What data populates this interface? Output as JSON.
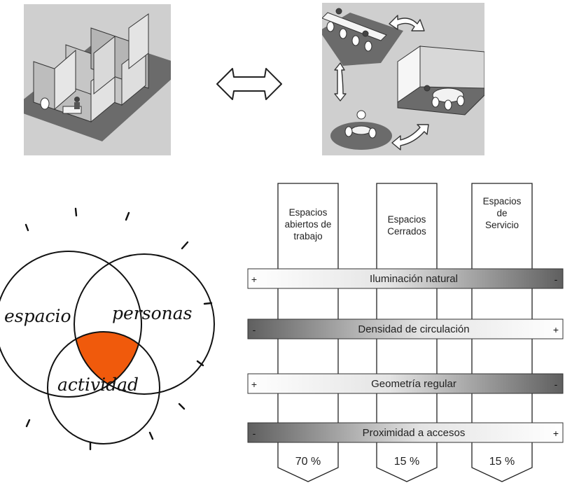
{
  "venn": {
    "espacio": "espacio",
    "personas": "personas",
    "actividad": "actividad",
    "intersection_color": "#f05a0c"
  },
  "columns": [
    {
      "label_lines": [
        "Espacios",
        "abiertos de",
        "trabajo"
      ],
      "percent": "70 %"
    },
    {
      "label_lines": [
        "Espacios",
        "Cerrados"
      ],
      "percent": "15 %"
    },
    {
      "label_lines": [
        "Espacios",
        "de",
        "Servicio"
      ],
      "percent": "15 %"
    }
  ],
  "bars": [
    {
      "label": "Iluminación natural",
      "left_sign": "+",
      "right_sign": "-",
      "dark_side": "right"
    },
    {
      "label": "Densidad de circulación",
      "left_sign": "-",
      "right_sign": "+",
      "dark_side": "left"
    },
    {
      "label": "Geometría regular",
      "left_sign": "+",
      "right_sign": "-",
      "dark_side": "right"
    },
    {
      "label": "Proximidad a accesos",
      "left_sign": "-",
      "right_sign": "+",
      "dark_side": "left"
    }
  ],
  "colors": {
    "panel_gray": "#cfcfcf",
    "floor_dark": "#6e6e6e",
    "bar_dark": "#6a6a6a",
    "orange": "#f05a0c"
  }
}
